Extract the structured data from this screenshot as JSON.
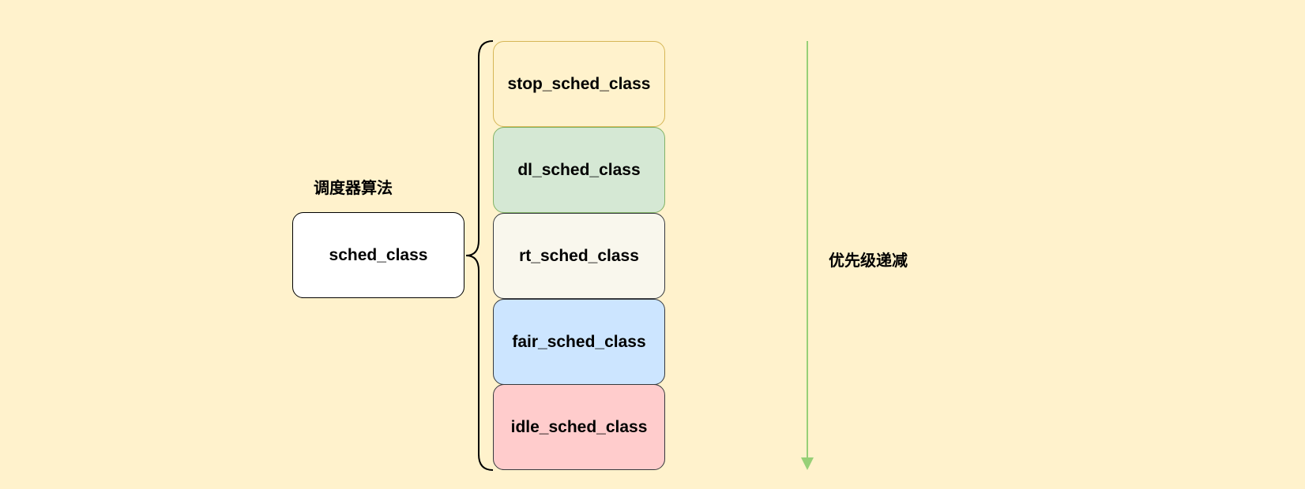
{
  "diagram": {
    "group_label": "调度器算法",
    "base_class": "sched_class",
    "priority_label": "优先级递减",
    "classes": [
      {
        "name": "stop_sched_class",
        "fill": "#fff2cc",
        "stroke": "#d6b656"
      },
      {
        "name": "dl_sched_class",
        "fill": "#d5e8d4",
        "stroke": "#82b366"
      },
      {
        "name": "rt_sched_class",
        "fill": "#f9f7ed",
        "stroke": "#36393d"
      },
      {
        "name": "fair_sched_class",
        "fill": "#cce5ff",
        "stroke": "#36393d"
      },
      {
        "name": "idle_sched_class",
        "fill": "#ffcccc",
        "stroke": "#36393d"
      }
    ],
    "arrow_color": "#97d077",
    "background": "#fff2cc"
  }
}
